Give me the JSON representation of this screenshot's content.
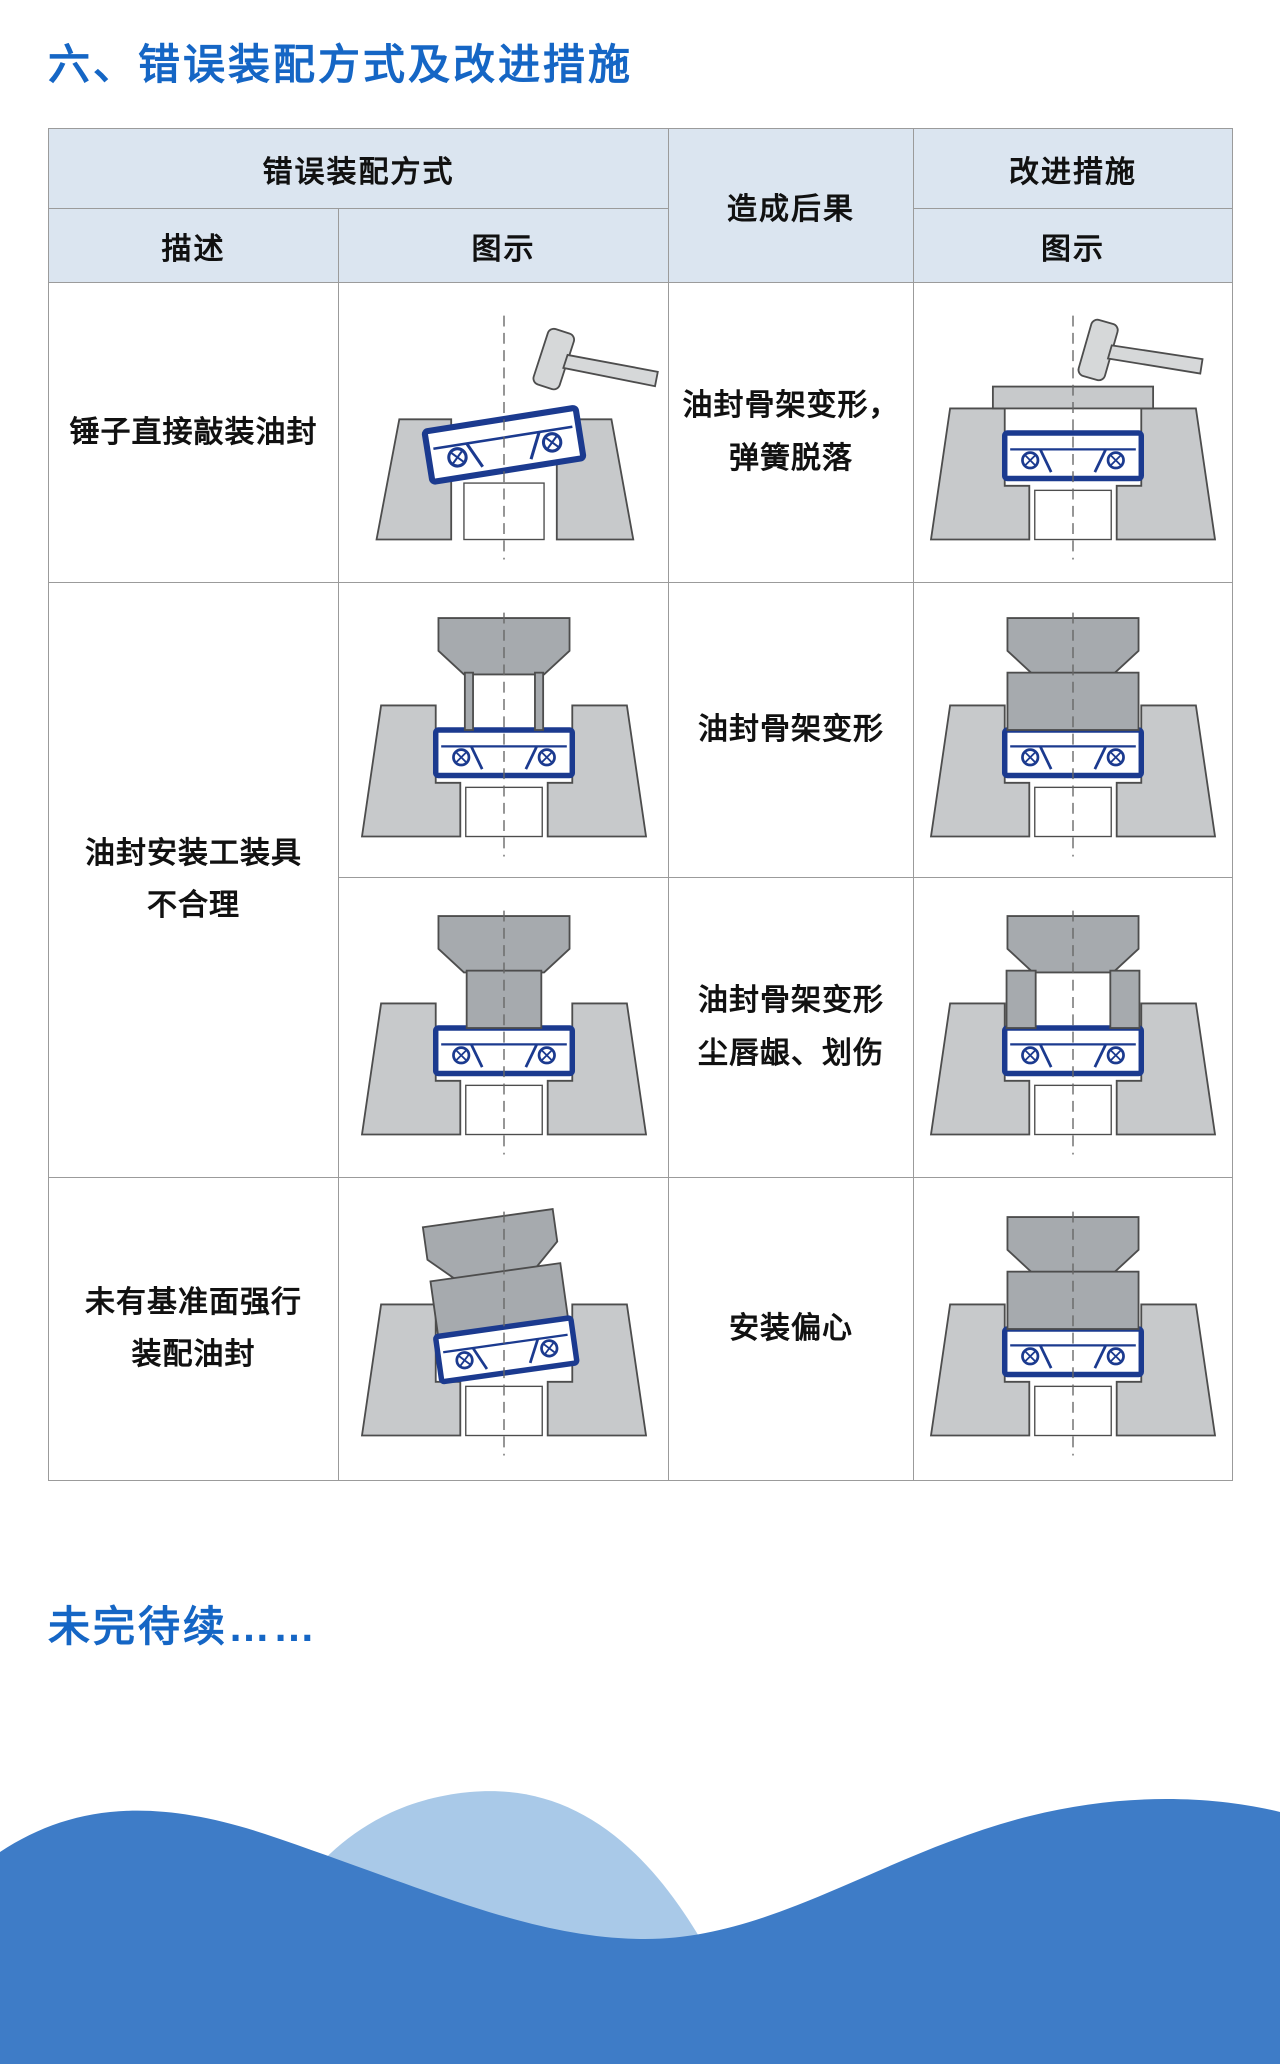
{
  "page": {
    "title": "六、错误装配方式及改进措施",
    "continuation": "未完待续……"
  },
  "colors": {
    "accent_blue": "#1566c5",
    "table_header_bg": "#dbe5f0",
    "table_border": "#9b9b9b",
    "seal_blue": "#1b3a8f",
    "metal_gray": "#c7c9cb",
    "tool_gray": "#a6aaae",
    "wave_dark_blue": "#3e7cc7",
    "wave_light_blue": "#a9c9e8"
  },
  "table": {
    "header": {
      "wrong_method": "错误装配方式",
      "description": "描述",
      "illustration": "图示",
      "consequence": "造成后果",
      "improvement": "改进措施",
      "improvement_illustration": "图示"
    },
    "rows": [
      {
        "description_lines": [
          "锤子直接敲装油封"
        ],
        "consequence_lines": [
          "油封骨架变形，",
          "弹簧脱落"
        ],
        "wrong_illustration": "hammer-striking-tilted-oil-seal",
        "improved_illustration": "hammer-with-press-plate-on-seated-seal"
      },
      {
        "description_lines": [
          "油封安装工装具",
          "不合理"
        ],
        "consequence_lines": [
          "油封骨架变形"
        ],
        "wrong_illustration": "press-tool-thin-legs-on-seal-shell",
        "improved_illustration": "press-tool-full-face-contact"
      },
      {
        "description_lines": [],
        "consequence_lines": [
          "油封骨架变形",
          "尘唇龈、划伤"
        ],
        "wrong_illustration": "press-tool-pressing-seal-lip",
        "improved_illustration": "press-tool-on-seal-case-edge"
      },
      {
        "description_lines": [
          "未有基准面强行",
          "装配油封"
        ],
        "consequence_lines": [
          "安装偏心"
        ],
        "wrong_illustration": "tilted-press-without-datum-face",
        "improved_illustration": "aligned-press-with-datum-face"
      }
    ]
  }
}
